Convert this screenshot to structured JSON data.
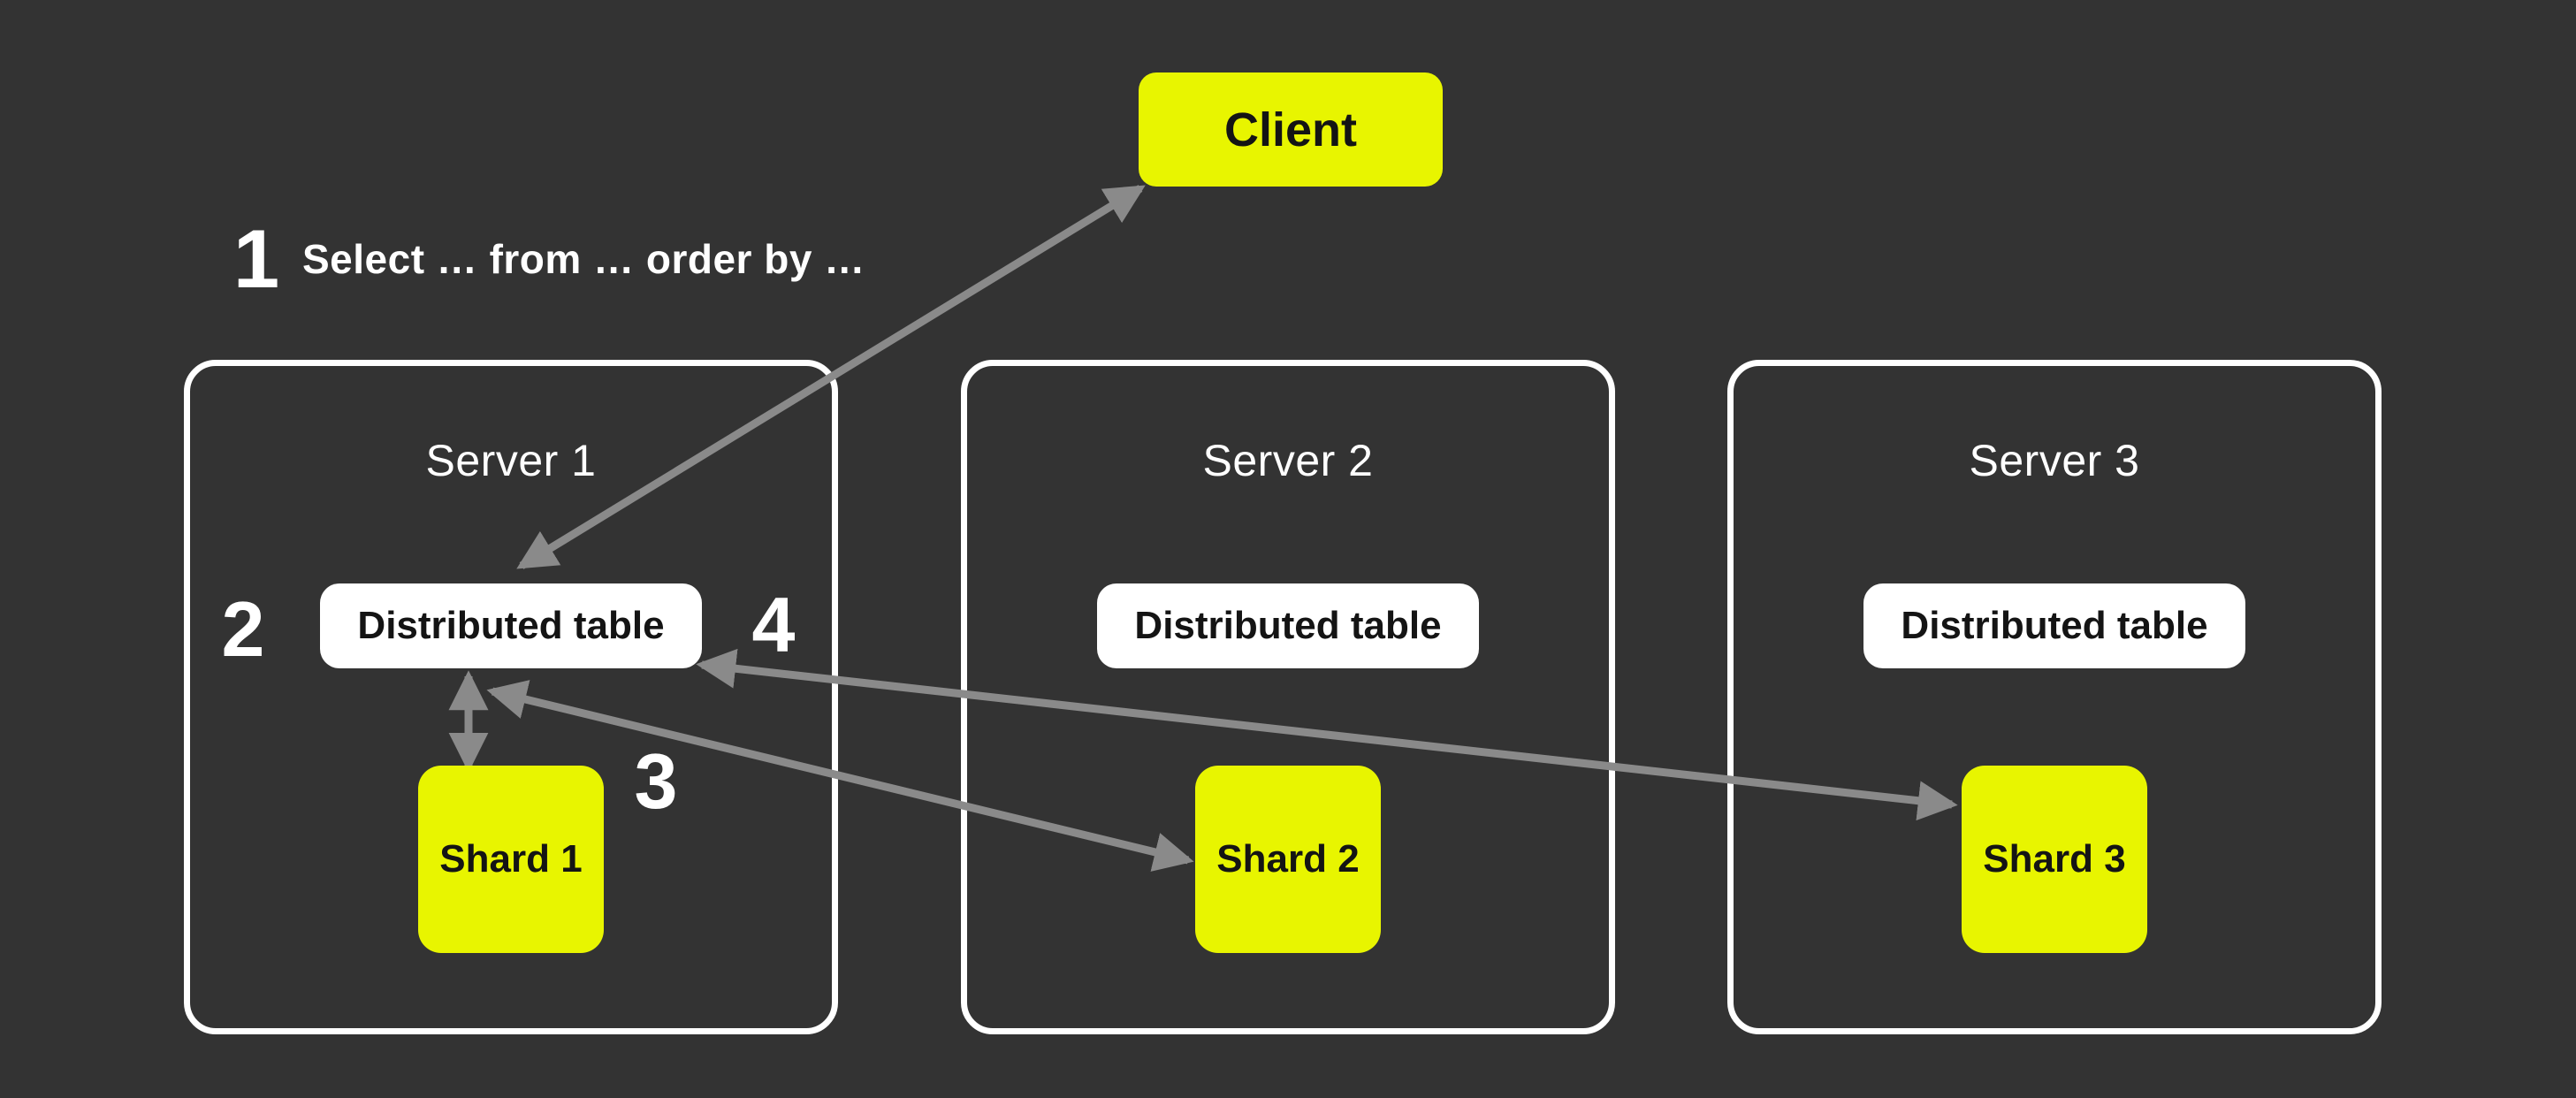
{
  "colors": {
    "background": "#333333",
    "panel_border": "#FFFFFF",
    "node_yellow": "#E8F500",
    "node_white": "#FFFFFF",
    "text_light": "#FFFFFF",
    "text_dark": "#141414",
    "arrow_gray": "#8A8A8A"
  },
  "client": {
    "label": "Client"
  },
  "steps": [
    {
      "number": "1",
      "label": "Select … from … order by …"
    },
    {
      "number": "2",
      "label": ""
    },
    {
      "number": "3",
      "label": ""
    },
    {
      "number": "4",
      "label": ""
    }
  ],
  "servers": [
    {
      "title": "Server 1",
      "table_label": "Distributed table",
      "shard_label": "Shard 1"
    },
    {
      "title": "Server 2",
      "table_label": "Distributed table",
      "shard_label": "Shard 2"
    },
    {
      "title": "Server 3",
      "table_label": "Distributed table",
      "shard_label": "Shard 3"
    }
  ]
}
